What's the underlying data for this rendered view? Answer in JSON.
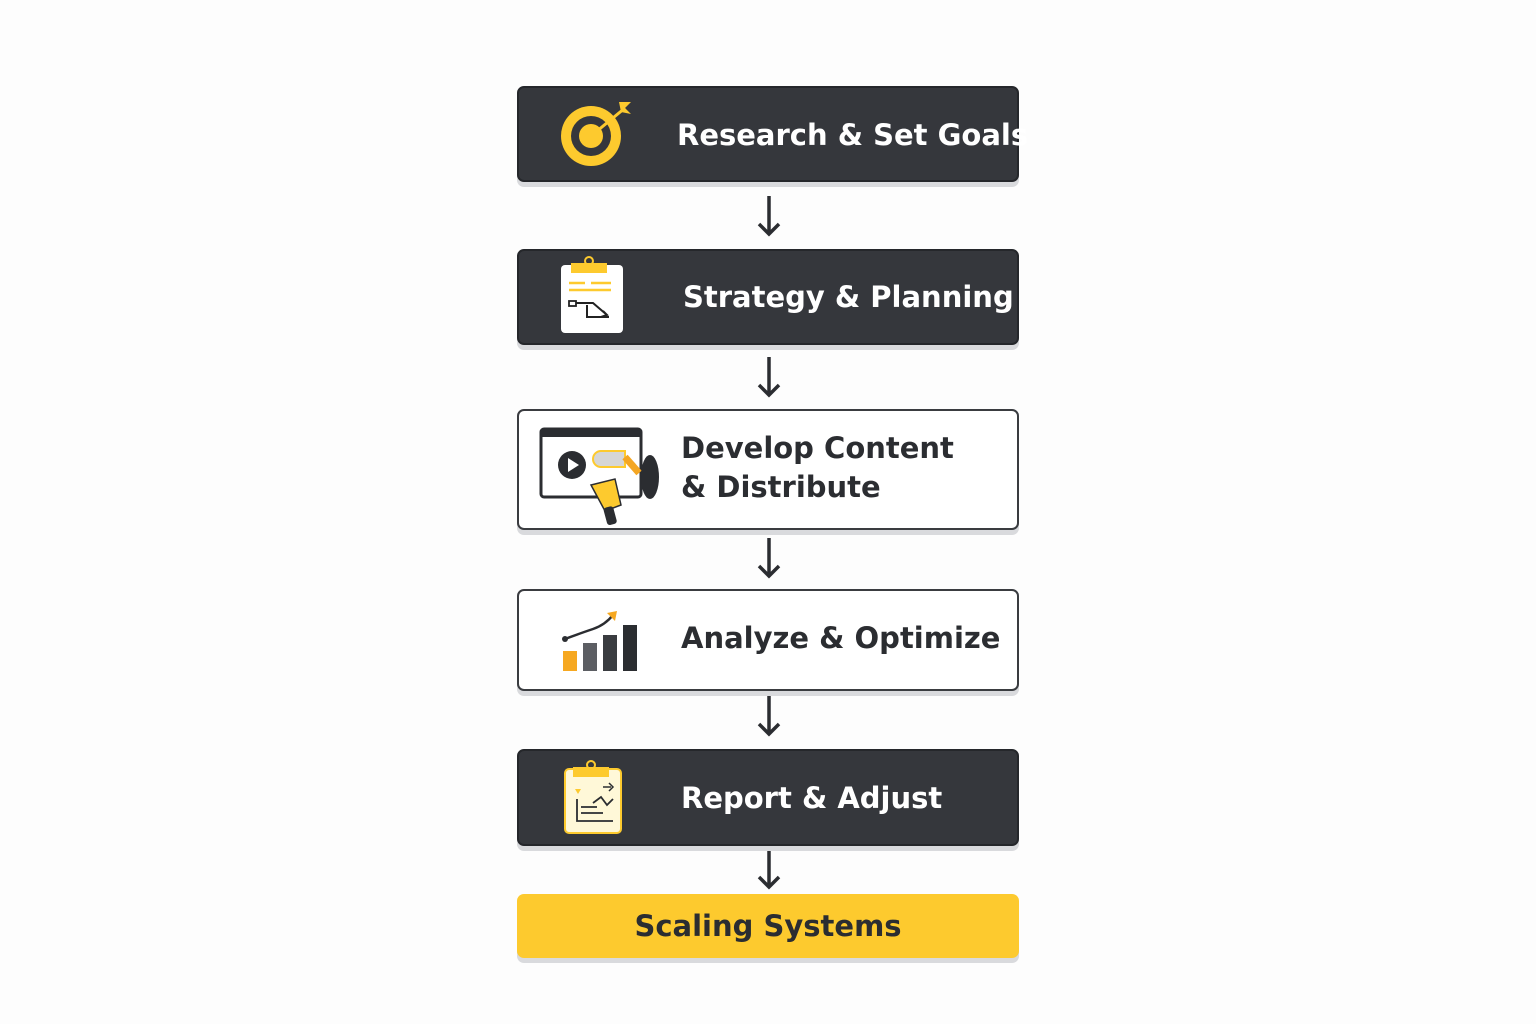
{
  "steps": [
    {
      "label": "Research & Set Goals",
      "icon": "target-icon",
      "style": "dark"
    },
    {
      "label": "Strategy & Planning",
      "icon": "clipboard-plan-icon",
      "style": "dark"
    },
    {
      "label_line1": "Develop Content",
      "label_line2": "& Distribute",
      "icon": "video-content-icon",
      "style": "light"
    },
    {
      "label": "Analyze & Optimize",
      "icon": "bar-chart-growth-icon",
      "style": "light"
    },
    {
      "label": "Report & Adjust",
      "icon": "clipboard-report-icon",
      "style": "dark"
    },
    {
      "label": "Scaling Systems",
      "style": "yellow"
    }
  ],
  "colors": {
    "dark": "#35373c",
    "accent": "#fdca2e",
    "text_dark": "#2b2d31"
  }
}
